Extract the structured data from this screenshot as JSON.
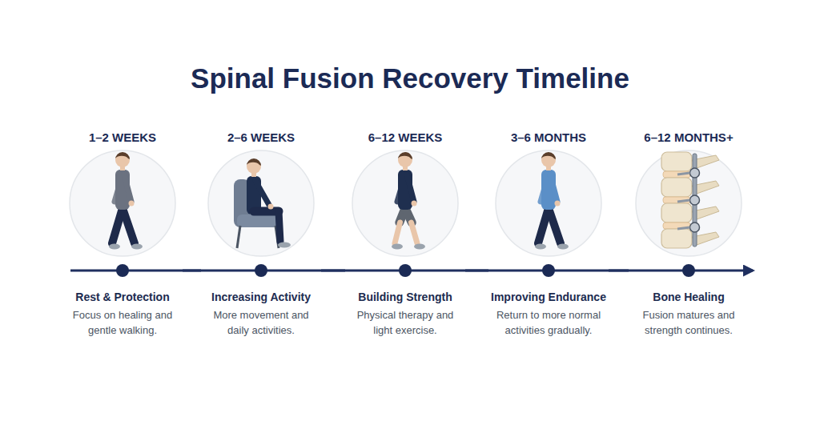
{
  "diagram": {
    "title": "Spinal Fusion Recovery Timeline",
    "nodes": [
      {
        "text": [
          "1–2 WEEKS",
          "Rest & Protection",
          "Focus on healing and gentle walking."
        ]
      },
      {
        "text": [
          "2–6 WEEKS",
          "Increasing Activity",
          "More movement and daily activities."
        ]
      },
      {
        "text": [
          "6–12 WEEKS",
          "Building Strength",
          "Physical therapy and light exercise."
        ]
      },
      {
        "text": [
          "3–6 MONTHS",
          "Improving Endurance",
          "Return to more normal activities gradually."
        ]
      },
      {
        "text": [
          "6–12 MONTHS+",
          "Bone Healing",
          "Fusion matures and strength continues."
        ]
      }
    ],
    "edges": [
      {
        "from": 0,
        "to": 1,
        "arrow": "none"
      },
      {
        "from": 1,
        "to": 2,
        "arrow": "none"
      },
      {
        "from": 2,
        "to": 3,
        "arrow": "none"
      },
      {
        "from": 3,
        "to": 4,
        "arrow": "none"
      }
    ]
  }
}
